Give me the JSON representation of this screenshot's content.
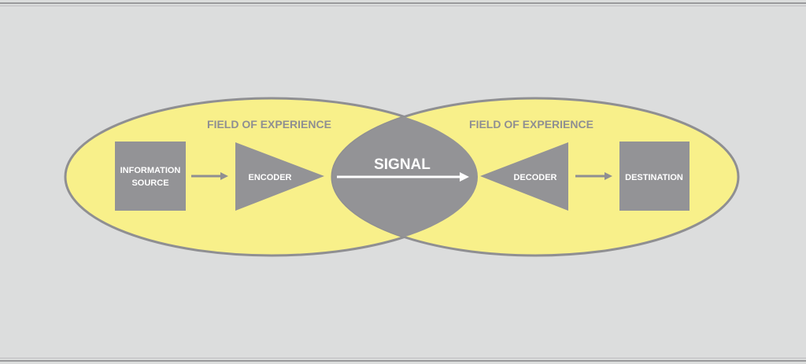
{
  "diagram": {
    "left_field_label": "FIELD OF EXPERIENCE",
    "right_field_label": "FIELD OF EXPERIENCE",
    "source_line1": "INFORMATION",
    "source_line2": "SOURCE",
    "encoder": "ENCODER",
    "signal": "SIGNAL",
    "decoder": "DECODER",
    "destination": "DESTINATION"
  },
  "colors": {
    "field_fill": "#f8f08a",
    "field_stroke": "#8f8f92",
    "shape_fill": "#939396",
    "background": "#dcdddd"
  }
}
